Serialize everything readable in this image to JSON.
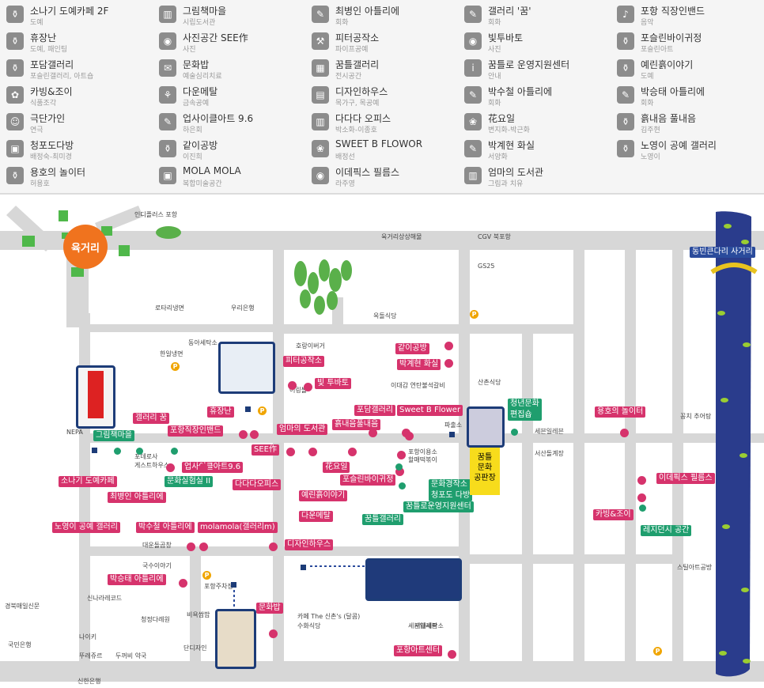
{
  "legend": [
    {
      "name": "소나기 도예카페 2F",
      "sub": "도예",
      "icon": "pottery-icon"
    },
    {
      "name": "그림책마을",
      "sub": "시립도서관",
      "icon": "books-icon"
    },
    {
      "name": "최병인 아틀리에",
      "sub": "회화",
      "icon": "palette-icon"
    },
    {
      "name": "갤러리 '꿈'",
      "sub": "회화",
      "icon": "palette-icon"
    },
    {
      "name": "포항 직장인밴드",
      "sub": "음악",
      "icon": "music-icon"
    },
    {
      "name": "휴장난",
      "sub": "도예, 패인팅",
      "icon": "pottery-icon"
    },
    {
      "name": "사진공간 SEE作",
      "sub": "사진",
      "icon": "camera-icon"
    },
    {
      "name": "피터공작소",
      "sub": "파이프공예",
      "icon": "tools-icon"
    },
    {
      "name": "빛투바토",
      "sub": "사진",
      "icon": "camera-icon"
    },
    {
      "name": "포슬린바이귀정",
      "sub": "포슬린아트",
      "icon": "pottery-icon"
    },
    {
      "name": "포담갤러리",
      "sub": "포슬린갤러리, 아트숍",
      "icon": "pottery-icon"
    },
    {
      "name": "문화밥",
      "sub": "예술심리치료",
      "icon": "chat-icon"
    },
    {
      "name": "꿈틀갤러리",
      "sub": "전시공간",
      "icon": "gallery-icon"
    },
    {
      "name": "꿈틀로 운영지원센터",
      "sub": "안내",
      "icon": "info-icon"
    },
    {
      "name": "예린흙이야기",
      "sub": "도예",
      "icon": "pottery-icon"
    },
    {
      "name": "카빙&조이",
      "sub": "식품조각",
      "icon": "carving-icon"
    },
    {
      "name": "다운메탈",
      "sub": "금속공예",
      "icon": "metal-icon"
    },
    {
      "name": "디자인하우스",
      "sub": "목가구, 목공예",
      "icon": "furniture-icon"
    },
    {
      "name": "박수철 아틀리에",
      "sub": "회화",
      "icon": "palette-icon"
    },
    {
      "name": "박승태 아틀리에",
      "sub": "회화",
      "icon": "palette-icon"
    },
    {
      "name": "극단가인",
      "sub": "연극",
      "icon": "mask-icon"
    },
    {
      "name": "업사이클아트 9.6",
      "sub": "하은회",
      "icon": "palette-icon"
    },
    {
      "name": "다다다 오피스",
      "sub": "박소화-이종호",
      "icon": "books-icon"
    },
    {
      "name": "花요일",
      "sub": "변지화-박근화",
      "icon": "flower-icon"
    },
    {
      "name": "흙내음 풀내음",
      "sub": "김주현",
      "icon": "pottery-icon"
    },
    {
      "name": "청포도다방",
      "sub": "배정숙-최미경",
      "icon": "picture-icon"
    },
    {
      "name": "같이공방",
      "sub": "이진희",
      "icon": "pottery-icon"
    },
    {
      "name": "SWEET B FLOWOR",
      "sub": "배정선",
      "icon": "flower-icon"
    },
    {
      "name": "박계현 화실",
      "sub": "서양화",
      "icon": "palette-icon"
    },
    {
      "name": "노영이 공예 갤러리",
      "sub": "노영이",
      "icon": "pottery-icon"
    },
    {
      "name": "용호의 놀이터",
      "sub": "허용호",
      "icon": "pottery-icon"
    },
    {
      "name": "MOLA MOLA",
      "sub": "복합미술공간",
      "icon": "picture-icon"
    },
    {
      "name": "이데픽스 필름스",
      "sub": "라주영",
      "icon": "camera-icon"
    },
    {
      "name": "엄마의 도서관",
      "sub": "그림과 치유",
      "icon": "books-icon"
    }
  ],
  "pink_tags": [
    {
      "t": "피터공작소"
    },
    {
      "t": "빛 투바토"
    },
    {
      "t": "같이공방"
    },
    {
      "t": "박계현 화실"
    },
    {
      "t": "포담갤러리"
    },
    {
      "t": "Sweet B Flower"
    },
    {
      "t": "흙내음풀내음"
    },
    {
      "t": "갤러리 꿈"
    },
    {
      "t": "포항직장인밴드"
    },
    {
      "t": "휴장난"
    },
    {
      "t": "엄마의 도서관"
    },
    {
      "t": "SEE作"
    },
    {
      "t": "업사이클아트9.6"
    },
    {
      "t": "花요일"
    },
    {
      "t": "포슬린바이귀정"
    },
    {
      "t": "소나기 도예카페"
    },
    {
      "t": "다다다오피스"
    },
    {
      "t": "예린흙이야기"
    },
    {
      "t": "최병인 아틀리에"
    },
    {
      "t": "다운메탈"
    },
    {
      "t": "노영이 공예 갤러리"
    },
    {
      "t": "박수철 아틀리에"
    },
    {
      "t": "molamola(갤러리m)"
    },
    {
      "t": "디자인하우스"
    },
    {
      "t": "박승태 아틀리에"
    },
    {
      "t": "문화밥"
    },
    {
      "t": "포항아트센터"
    },
    {
      "t": "용호의 놀이터"
    },
    {
      "t": "이데픽스 필름스"
    },
    {
      "t": "카빙&조이"
    }
  ],
  "green_tags": [
    {
      "t": "그림책마을"
    },
    {
      "t": "청년문화\n편집숍"
    },
    {
      "t": "문화실험실 II"
    },
    {
      "t": "문화경작소\n청포도 다방"
    },
    {
      "t": "꿈틀로운영지원센터"
    },
    {
      "t": "꿈틀갤러리"
    },
    {
      "t": "레지던시 공간"
    }
  ],
  "gray_labels": [
    {
      "t": "인디플러스 포항"
    },
    {
      "t": "육거리상상해물"
    },
    {
      "t": "CGV 북포항"
    },
    {
      "t": "GS25"
    },
    {
      "t": "로타리냉면"
    },
    {
      "t": "우리은행"
    },
    {
      "t": "옥돌식당"
    },
    {
      "t": "동아세탁소"
    },
    {
      "t": "한일냉면"
    },
    {
      "t": "호랑이버거"
    },
    {
      "t": "어링볼"
    },
    {
      "t": "이대감 연탄불석갈비"
    },
    {
      "t": "산촌식당"
    },
    {
      "t": "NEPA"
    },
    {
      "t": "세븐일레븐"
    },
    {
      "t": "파출소"
    },
    {
      "t": "포항이용소"
    },
    {
      "t": "할매떡볶이"
    },
    {
      "t": "서산돌계장"
    },
    {
      "t": "포데로사\n게스트하우스"
    },
    {
      "t": "대운돌곱창"
    },
    {
      "t": "국수이야기"
    },
    {
      "t": "포항주차장"
    },
    {
      "t": "비욕쌈밥"
    },
    {
      "t": "청정다례원"
    },
    {
      "t": "단디자인"
    },
    {
      "t": "신나라레코드"
    },
    {
      "t": "경북매일신문"
    },
    {
      "t": "나이키"
    },
    {
      "t": "국민은행"
    },
    {
      "t": "뚜레쥬르"
    },
    {
      "t": "두꺼비 약국"
    },
    {
      "t": "카페 The 신촌's (달콤)"
    },
    {
      "t": "수화식당"
    },
    {
      "t": "세븐일레븐"
    },
    {
      "t": "세대세탁소"
    },
    {
      "t": "신한은행"
    },
    {
      "t": "꽁치 추어탕"
    },
    {
      "t": "스틸아트공방"
    }
  ],
  "yellow_box": "꿈틀\n문화\n공판장",
  "roundabout": "육거리",
  "river_label": "동빈큰다리 사거리",
  "colors": {
    "pink": "#d6336c",
    "green": "#1f9e6e",
    "navy": "#1d3c78",
    "road": "#d7d7d7",
    "river": "#2a3c8c",
    "orange": "#f0731e"
  }
}
